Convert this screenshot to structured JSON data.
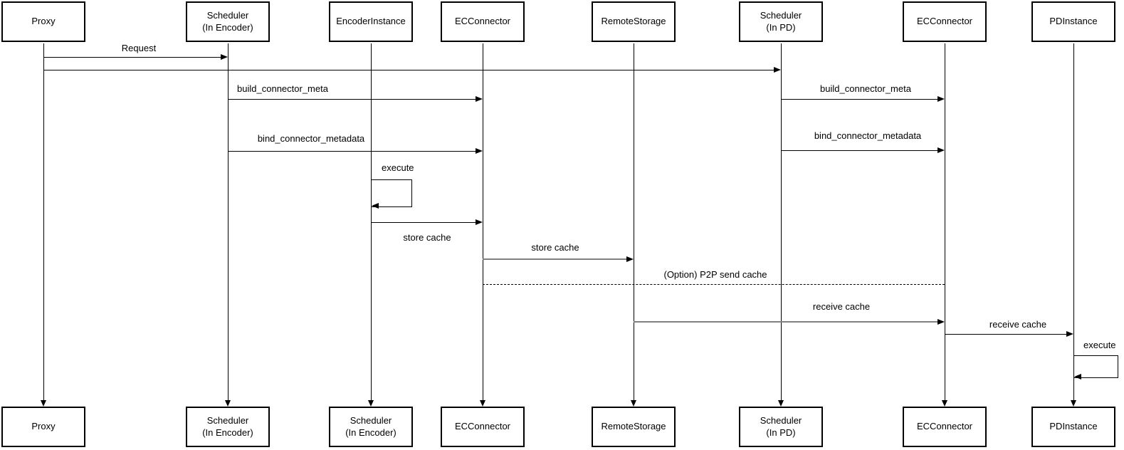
{
  "diagram": {
    "type": "sequence-diagram",
    "colors": {
      "line": "#000000",
      "gray_line": "#808080",
      "background": "#ffffff"
    }
  },
  "actors": [
    {
      "id": "proxy",
      "top_label": "Proxy",
      "bottom_label": "Proxy"
    },
    {
      "id": "scheduler-encoder",
      "top_label": "Scheduler\n(In Encoder)",
      "bottom_label": "Scheduler\n(In Encoder)"
    },
    {
      "id": "encoder-instance",
      "top_label": "EncoderInstance",
      "bottom_label": "Scheduler\n(In Encoder)"
    },
    {
      "id": "ec-connector-1",
      "top_label": "ECConnector",
      "bottom_label": "ECConnector"
    },
    {
      "id": "remote-storage",
      "top_label": "RemoteStorage",
      "bottom_label": "RemoteStorage"
    },
    {
      "id": "scheduler-pd",
      "top_label": "Scheduler\n(In PD)",
      "bottom_label": "Scheduler\n(In PD)"
    },
    {
      "id": "ec-connector-2",
      "top_label": "ECConnector",
      "bottom_label": "ECConnector"
    },
    {
      "id": "pd-instance",
      "top_label": "PDInstance",
      "bottom_label": "PDInstance"
    }
  ],
  "messages": {
    "request": "Request",
    "build_connector_meta_encoder": "build_connector_meta",
    "bind_connector_metadata_encoder": "bind_connector_metadata",
    "execute_encoder": "execute",
    "store_cache_to_connector": "store cache",
    "store_cache_to_remote": "store cache",
    "p2p_send_cache": "(Option) P2P send cache",
    "build_connector_meta_pd": "build_connector_meta",
    "bind_connector_metadata_pd": "bind_connector_metadata",
    "receive_cache_to_connector": "receive cache",
    "receive_cache_to_pd": "receive cache",
    "execute_pd": "execute"
  }
}
